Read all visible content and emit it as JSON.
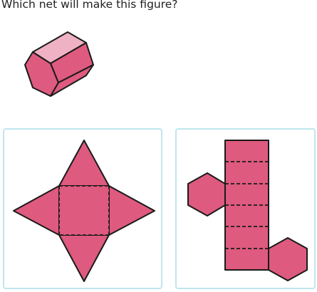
{
  "question": {
    "prompt": "Which net will make this figure?"
  },
  "colors": {
    "face_fill": "#de5a7e",
    "top_face_fill": "#efb2c4",
    "stroke": "#1a1a1a",
    "choice_border": "#bfe6ef",
    "text": "#1f1f1f"
  },
  "figure": {
    "shape": "hexagonal-prism"
  },
  "choices": [
    {
      "net": "square-pyramid-net"
    },
    {
      "net": "hexagonal-prism-net"
    }
  ]
}
